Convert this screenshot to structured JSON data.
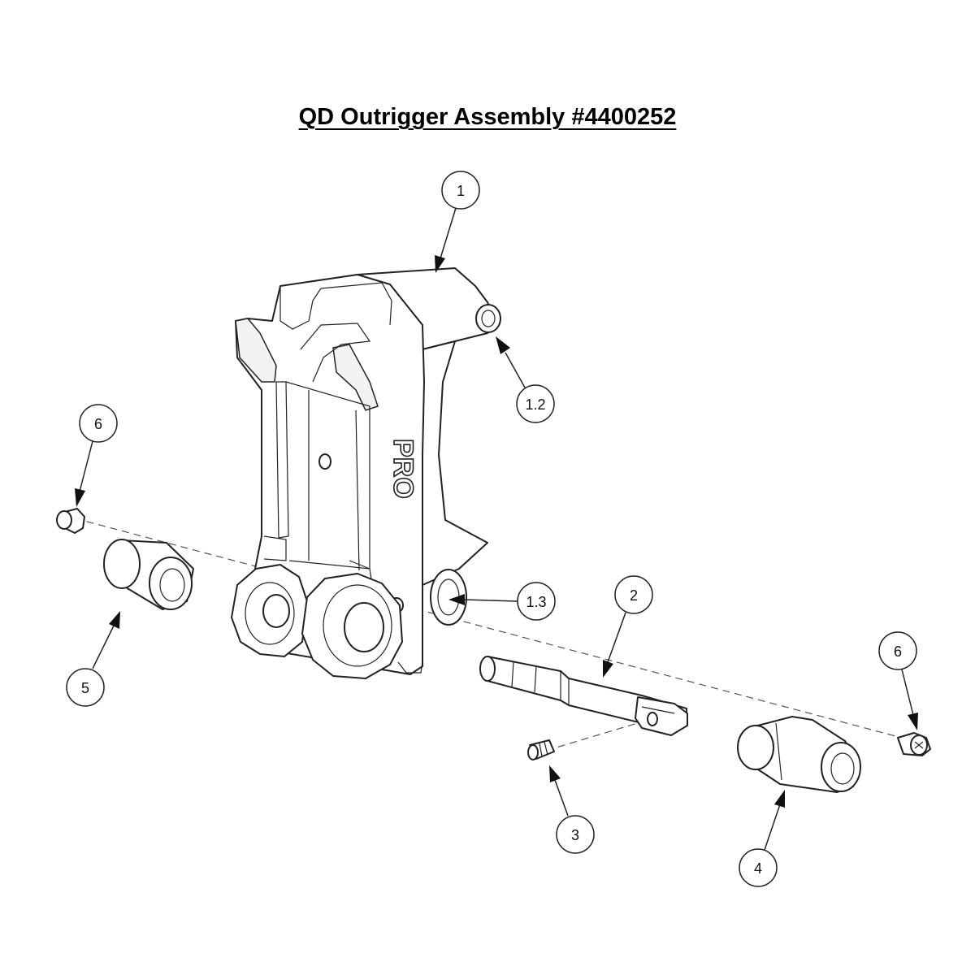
{
  "title": "QD Outrigger Assembly #4400252",
  "body_marking": "PRO",
  "callouts": [
    {
      "id": "c-1",
      "label": "1"
    },
    {
      "id": "c-1-2",
      "label": "1.2"
    },
    {
      "id": "c-1-3",
      "label": "1.3"
    },
    {
      "id": "c-2",
      "label": "2"
    },
    {
      "id": "c-3",
      "label": "3"
    },
    {
      "id": "c-4",
      "label": "4"
    },
    {
      "id": "c-5",
      "label": "5"
    },
    {
      "id": "c-6-left",
      "label": "6"
    },
    {
      "id": "c-6-right",
      "label": "6"
    }
  ],
  "colors": {
    "line": "#222222",
    "background": "#ffffff"
  }
}
